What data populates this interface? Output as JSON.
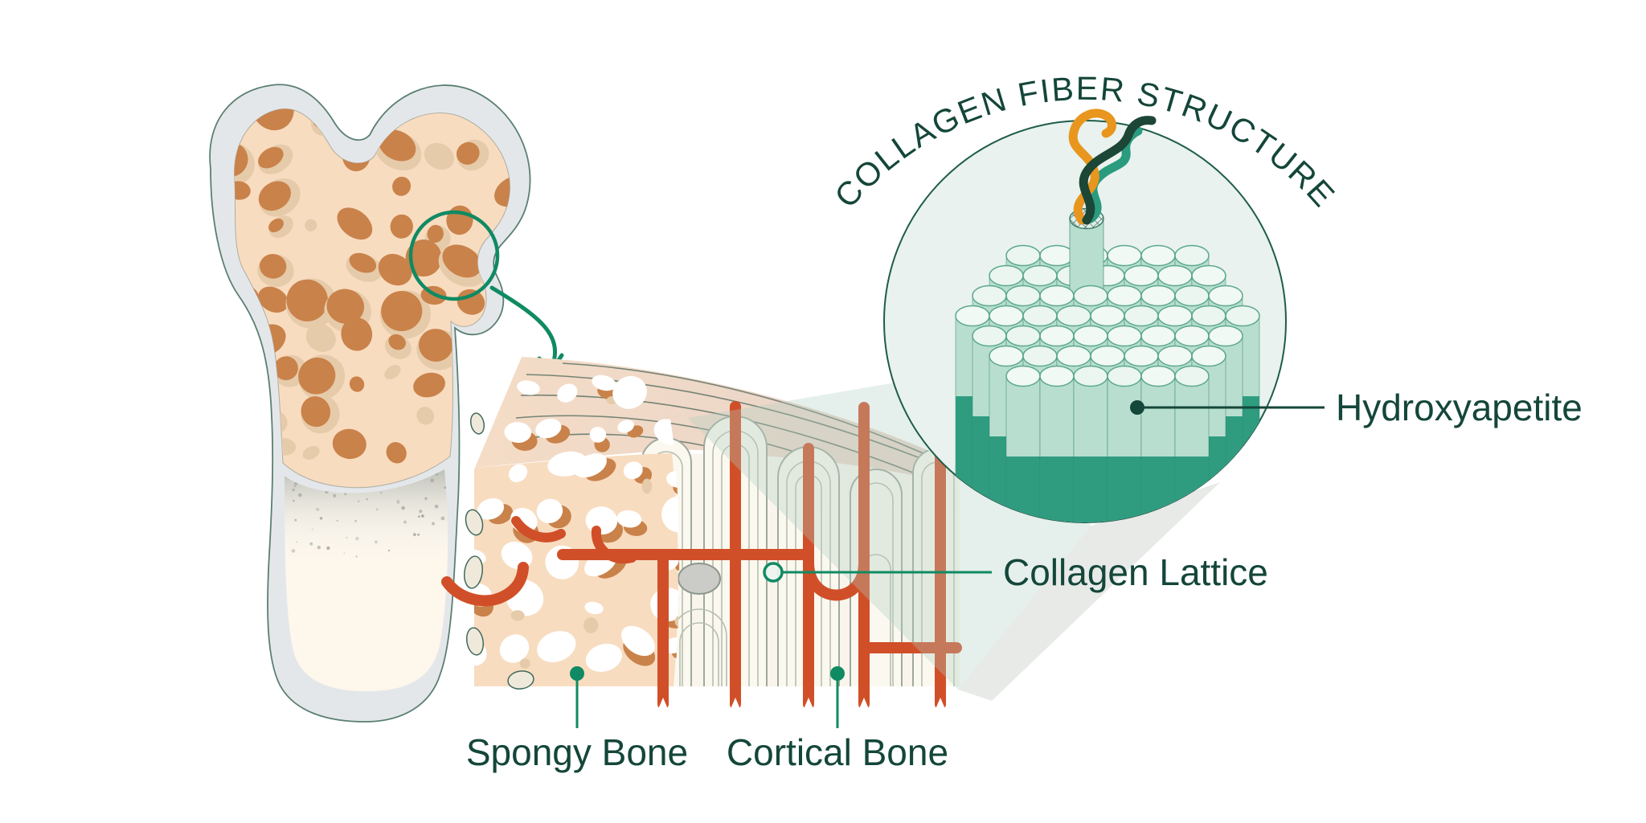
{
  "figure": {
    "title": "COLLAGEN FIBER STRUCTURE",
    "callouts": [
      {
        "id": "hydroxyapetite",
        "label": "Hydroxyapetite",
        "marker": "dot"
      },
      {
        "id": "collagen_lattice",
        "label": "Collagen Lattice",
        "marker": "ring"
      },
      {
        "id": "spongy_bone",
        "label": "Spongy Bone",
        "marker": "dot"
      },
      {
        "id": "cortical_bone",
        "label": "Cortical Bone",
        "marker": "dot"
      }
    ]
  },
  "colors": {
    "ink_green": "#14463a",
    "accent_teal": "#108a63",
    "circle_fill": "#e9f2ee",
    "circle_stroke": "#1e5c4a",
    "fiber_orange": "#e8961e",
    "fiber_dark_green": "#1c4636",
    "fiber_teal": "#2a9b7e",
    "bone_shell_gray": "#e4e7ea",
    "spongy_peach": "#f8dcc0",
    "trabecula_orange": "#c9824a",
    "trabecula_tan": "#e6cbaa",
    "vessel_red": "#d14f28",
    "osteon_cream": "#f9f5ec",
    "osteon_outline": "#9fa99c",
    "marrow_cream": "#fdf7ec",
    "lamellae_line": "#5f7467",
    "outline_green": "#3f6b5a",
    "cyl_light": "#b8decf",
    "cyl_dark": "#2f9c80",
    "cyl_top": "#ebf6f0"
  }
}
